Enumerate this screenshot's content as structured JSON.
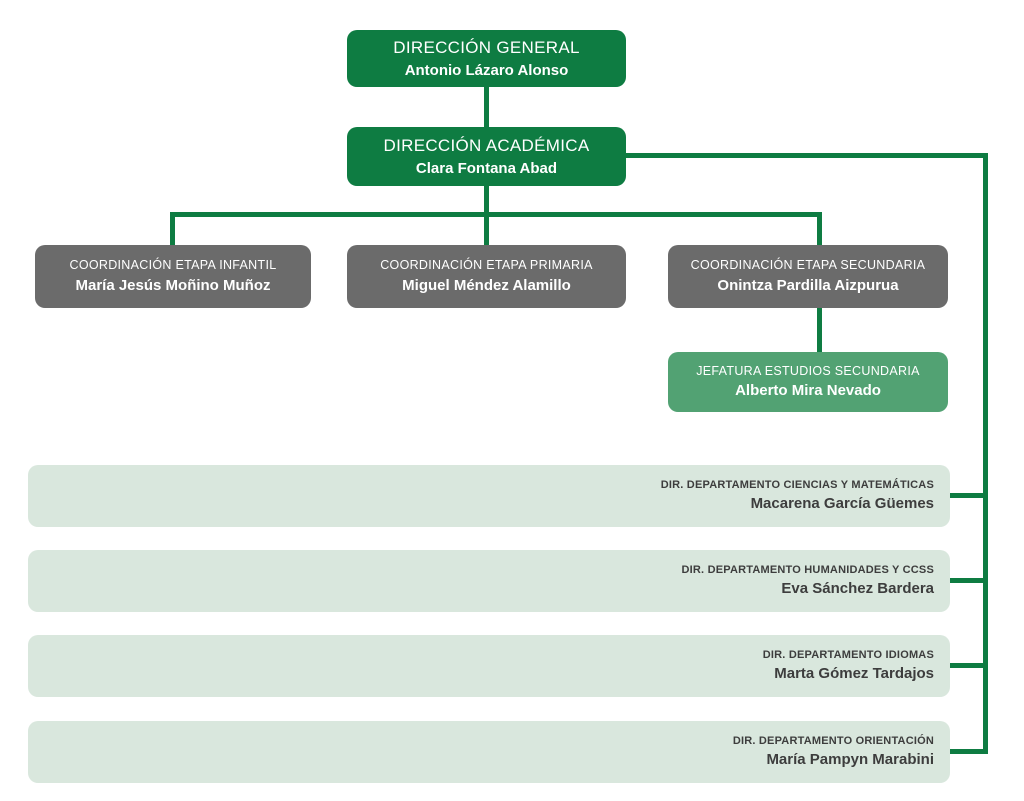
{
  "colors": {
    "dark_green": "#0e7c42",
    "medium_green": "#52a273",
    "light_green": "#d9e7dd",
    "gray": "#6b6b6b",
    "text_dark": "#3d3d3d"
  },
  "nodes": {
    "direccion_general": {
      "title": "DIRECCIÓN GENERAL",
      "name": "Antonio Lázaro Alonso"
    },
    "direccion_academica": {
      "title": "DIRECCIÓN ACADÉMICA",
      "name": "Clara Fontana Abad"
    },
    "coordinacion_infantil": {
      "title": "COORDINACIÓN ETAPA INFANTIL",
      "name": "María Jesús Moñino Muñoz"
    },
    "coordinacion_primaria": {
      "title": "COORDINACIÓN ETAPA PRIMARIA",
      "name": "Miguel Méndez Alamillo"
    },
    "coordinacion_secundaria": {
      "title": "COORDINACIÓN ETAPA SECUNDARIA",
      "name": "Onintza Pardilla Aizpurua"
    },
    "jefatura_secundaria": {
      "title": "JEFATURA ESTUDIOS SECUNDARIA",
      "name": "Alberto Mira Nevado"
    },
    "departamentos": [
      {
        "title": "DIR. DEPARTAMENTO CIENCIAS Y MATEMÁTICAS",
        "name": "Macarena García Güemes"
      },
      {
        "title": "DIR. DEPARTAMENTO HUMANIDADES Y CCSS",
        "name": "Eva Sánchez Bardera"
      },
      {
        "title": "DIR. DEPARTAMENTO IDIOMAS",
        "name": "Marta Gómez Tardajos"
      },
      {
        "title": "DIR. DEPARTAMENTO ORIENTACIÓN",
        "name": "María Pampyn Marabini"
      }
    ]
  }
}
